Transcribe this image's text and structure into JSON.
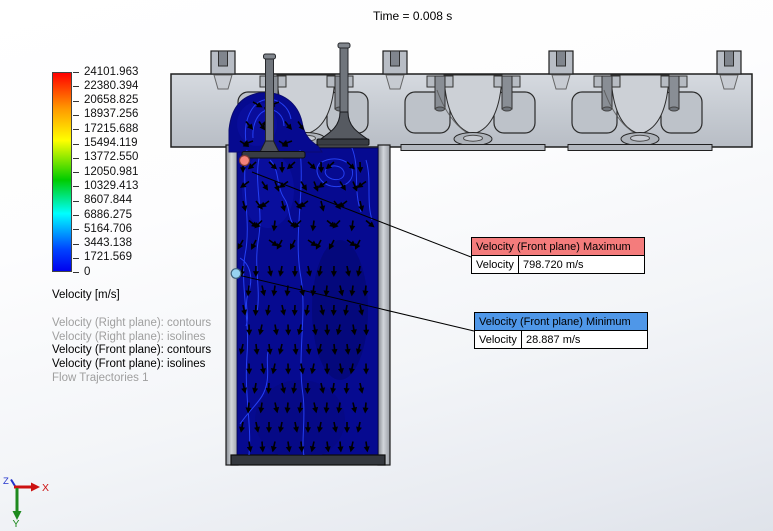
{
  "viewport": {
    "time_label": "Time = 0.008 s"
  },
  "color_scale": {
    "unit_label": "Velocity [m/s]",
    "values": [
      "24101.963",
      "22380.394",
      "20658.825",
      "18937.256",
      "17215.688",
      "15494.119",
      "13772.550",
      "12050.981",
      "10329.413",
      "8607.844",
      "6886.275",
      "5164.706",
      "3443.138",
      "1721.569",
      "0"
    ],
    "gradient": [
      {
        "color": "#ff0000",
        "pos": "0%"
      },
      {
        "color": "#ff9900",
        "pos": "18%"
      },
      {
        "color": "#ffff00",
        "pos": "34%"
      },
      {
        "color": "#00cc00",
        "pos": "54%"
      },
      {
        "color": "#00ffff",
        "pos": "71%"
      },
      {
        "color": "#0044ff",
        "pos": "89%"
      },
      {
        "color": "#0000ee",
        "pos": "100%"
      }
    ]
  },
  "legend": {
    "active_color": "#000000",
    "inactive_color": "#9f9f9f",
    "items": [
      {
        "label": "Velocity (Right plane): contours",
        "active": false
      },
      {
        "label": "Velocity (Right plane): isolines",
        "active": false
      },
      {
        "label": "Velocity (Front plane): contours",
        "active": true
      },
      {
        "label": "Velocity (Front plane): isolines",
        "active": true
      },
      {
        "label": "Flow Trajectories 1",
        "active": false
      }
    ]
  },
  "callouts": {
    "maximum": {
      "header": "Velocity (Front plane) Maximum",
      "param": "Velocity",
      "value": "798.720 m/s",
      "header_color": "#f47c7c"
    },
    "minimum": {
      "header": "Velocity (Front plane) Minimum",
      "param": "Velocity",
      "value": "28.887 m/s",
      "header_color": "#4f97e8"
    }
  },
  "triad": {
    "x_label": "X",
    "y_label": "Y",
    "z_label": "Z",
    "x_color": "#cc1111",
    "y_color": "#1e8a1e",
    "z_color": "#2233cc"
  },
  "flow_colors": {
    "contour_fill": "#060a90",
    "isoline": "#2946ff",
    "max_marker": "#f5837a",
    "min_marker": "#97d3f2"
  }
}
